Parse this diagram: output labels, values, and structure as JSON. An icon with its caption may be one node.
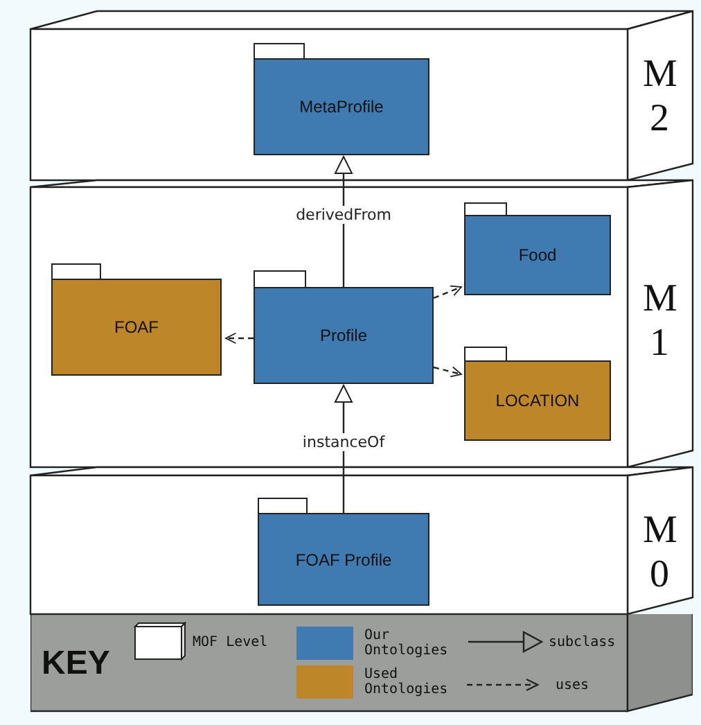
{
  "diagram": {
    "nodes": [
      {
        "text": [
          "M 2"
        ]
      },
      {
        "text": [
          "MetaProfile"
        ],
        "in": 0
      },
      {
        "text": [
          "M 1"
        ]
      },
      {
        "text": [
          "FOAF"
        ],
        "in": 2
      },
      {
        "text": [
          "Profile"
        ],
        "in": 2
      },
      {
        "text": [
          "Food"
        ],
        "in": 2
      },
      {
        "text": [
          "LOCATION"
        ],
        "in": 2
      },
      {
        "text": [
          "M 0"
        ]
      },
      {
        "text": [
          "FOAF Profile"
        ],
        "in": 7
      }
    ],
    "edges": [
      {
        "from": 4,
        "to": 1,
        "arrow": "to",
        "label": "derivedFrom"
      },
      {
        "from": 8,
        "to": 4,
        "arrow": "to",
        "label": "instanceOf"
      },
      {
        "from": 4,
        "to": 3,
        "arrow": "to",
        "style": "dashed"
      },
      {
        "from": 4,
        "to": 5,
        "arrow": "to",
        "style": "dashed"
      },
      {
        "from": 4,
        "to": 6,
        "arrow": "to",
        "style": "dashed"
      }
    ],
    "labels": [
      "KEY"
    ],
    "legend": [
      {
        "text": "MOF Level"
      },
      {
        "text": "Our Ontologies",
        "color": "#3f7ab0"
      },
      {
        "text": "Used Ontologies",
        "color": "#bc8629"
      },
      {
        "text": "subclass"
      },
      {
        "text": "uses"
      }
    ]
  }
}
